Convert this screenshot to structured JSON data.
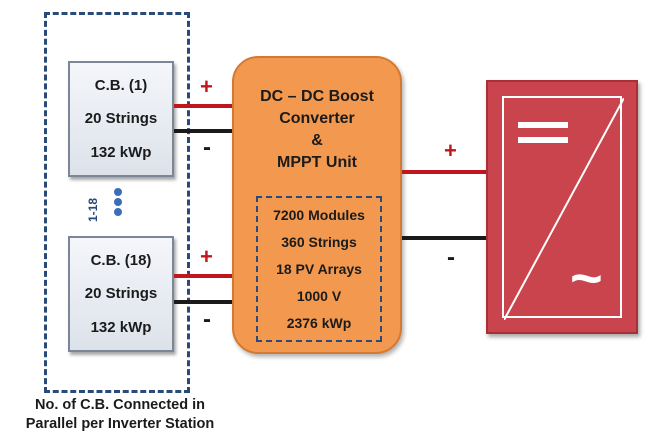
{
  "cb_top": {
    "line1": "C.B. (1)",
    "line2": "20 Strings",
    "line3": "132 kWp"
  },
  "cb_bottom": {
    "line1": "C.B. (18)",
    "line2": "20 Strings",
    "line3": "132 kWp"
  },
  "range_label": "1-18",
  "converter": {
    "title_lines": [
      "DC – DC Boost",
      "Converter",
      "&",
      "MPPT Unit"
    ],
    "specs": [
      "7200 Modules",
      "360 Strings",
      "18 PV Arrays",
      "1000 V",
      "2376 kWp"
    ]
  },
  "polarity": {
    "plus": "+",
    "minus": "-"
  },
  "inverter": {
    "dc_symbol": "=",
    "ac_symbol": "~"
  },
  "caption_lines": [
    "No. of C.B. Connected in",
    "Parallel per Inverter Station"
  ],
  "colors": {
    "converter": "#f3994f",
    "inverter": "#c9444c",
    "positive_wire": "#c0161c",
    "negative_wire": "#1a1a1a",
    "dashed_border": "#2a4a7a"
  }
}
